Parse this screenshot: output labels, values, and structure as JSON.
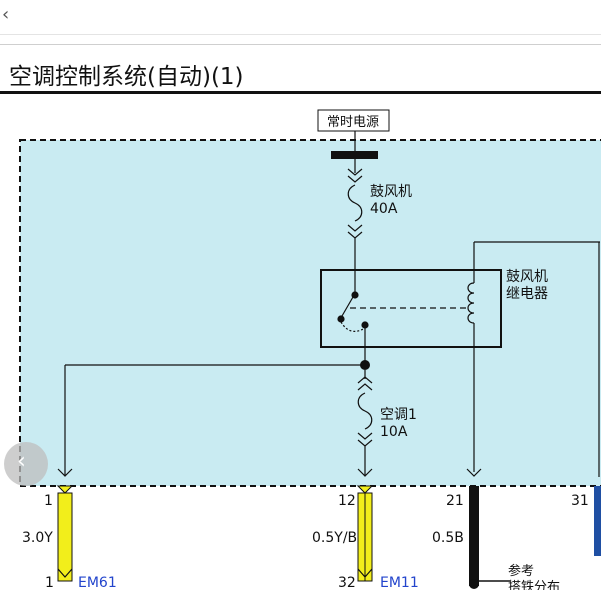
{
  "nav": {
    "back_icon": "chevron-left-icon"
  },
  "title": "空调控制系统(自动)(1)",
  "diagram": {
    "power_source_label": "常时电源",
    "fuse_blower": {
      "name": "鼓风机",
      "rating": "40A"
    },
    "relay": {
      "line1": "鼓风机",
      "line2": "继电器"
    },
    "fuse_ac": {
      "name": "空调1",
      "rating": "10A"
    },
    "pins": [
      "1",
      "12",
      "21",
      "31"
    ],
    "wires": [
      {
        "spec": "3.0Y",
        "color": "#f2ee1b"
      },
      {
        "spec": "0.5Y/B",
        "color": "#f2ee1b"
      },
      {
        "spec": "0.5B",
        "color": "#111111"
      },
      {
        "spec": "",
        "color": "#1f4fa3"
      }
    ],
    "connectors": [
      {
        "pin": "1",
        "name": "EM61"
      },
      {
        "pin": "32",
        "name": "EM11"
      }
    ],
    "ground_note": {
      "line1": "参考",
      "line2": "搭铁分布"
    },
    "colors": {
      "box_fill": "#c9ebf2",
      "link_blue": "#2244cc"
    }
  },
  "overlay": {
    "prev_icon": "chevron-left-icon"
  }
}
